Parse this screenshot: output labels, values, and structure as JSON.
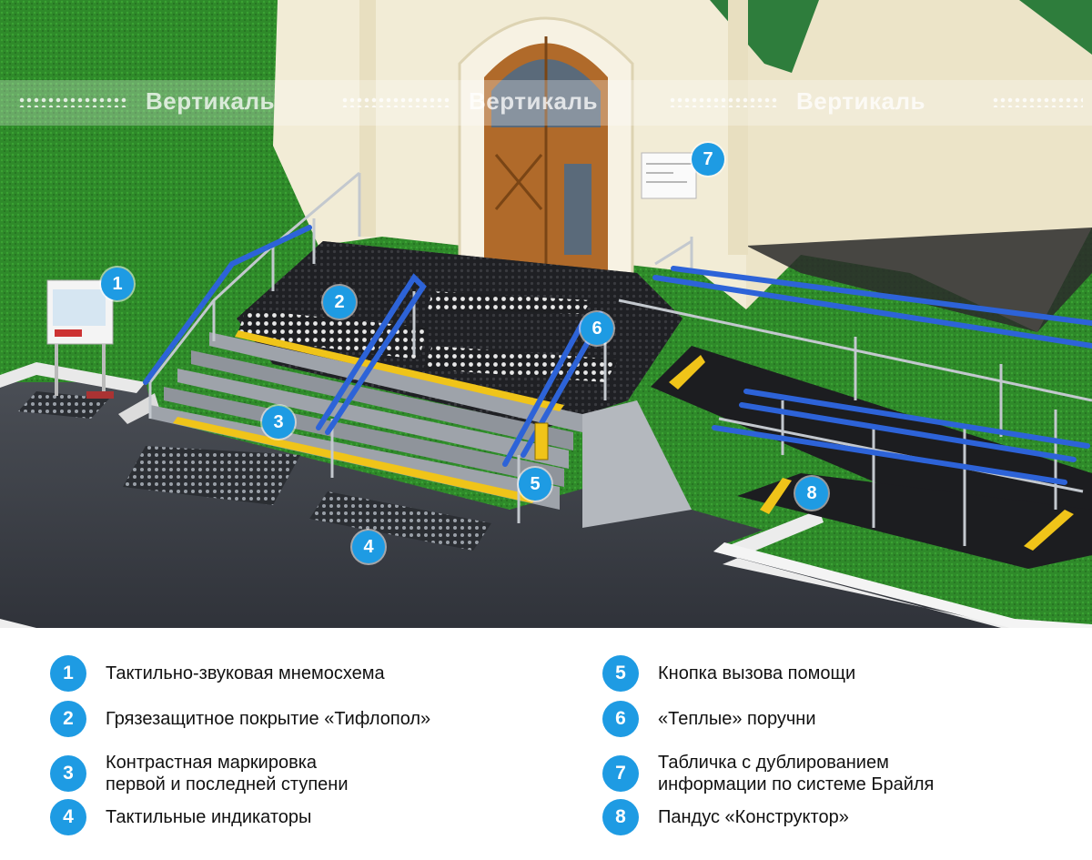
{
  "watermark": {
    "brand": "Вертикаль"
  },
  "markers": [
    "1",
    "2",
    "3",
    "4",
    "5",
    "6",
    "7",
    "8"
  ],
  "legend": {
    "items": [
      {
        "num": "1",
        "lines": [
          "Тактильно-звуковая мнемосхема"
        ]
      },
      {
        "num": "2",
        "lines": [
          "Грязезащитное покрытие «Тифлопол»"
        ]
      },
      {
        "num": "3",
        "lines": [
          "Контрастная маркировка",
          "первой и последней ступени"
        ]
      },
      {
        "num": "4",
        "lines": [
          "Тактильные индикаторы"
        ]
      },
      {
        "num": "5",
        "lines": [
          "Кнопка вызова помощи"
        ]
      },
      {
        "num": "6",
        "lines": [
          "«Теплые» поручни"
        ]
      },
      {
        "num": "7",
        "lines": [
          "Табличка с дублированием",
          "информации по системе Брайля"
        ]
      },
      {
        "num": "8",
        "lines": [
          "Пандус «Конструктор»"
        ]
      }
    ]
  },
  "colors": {
    "accent": "#1e9be3",
    "grass": "#2f8a2a",
    "asphalt": "#3b3f46",
    "wall": "#f2ecd6",
    "handrail": "#2d63d8",
    "marking": "#f0c419"
  }
}
